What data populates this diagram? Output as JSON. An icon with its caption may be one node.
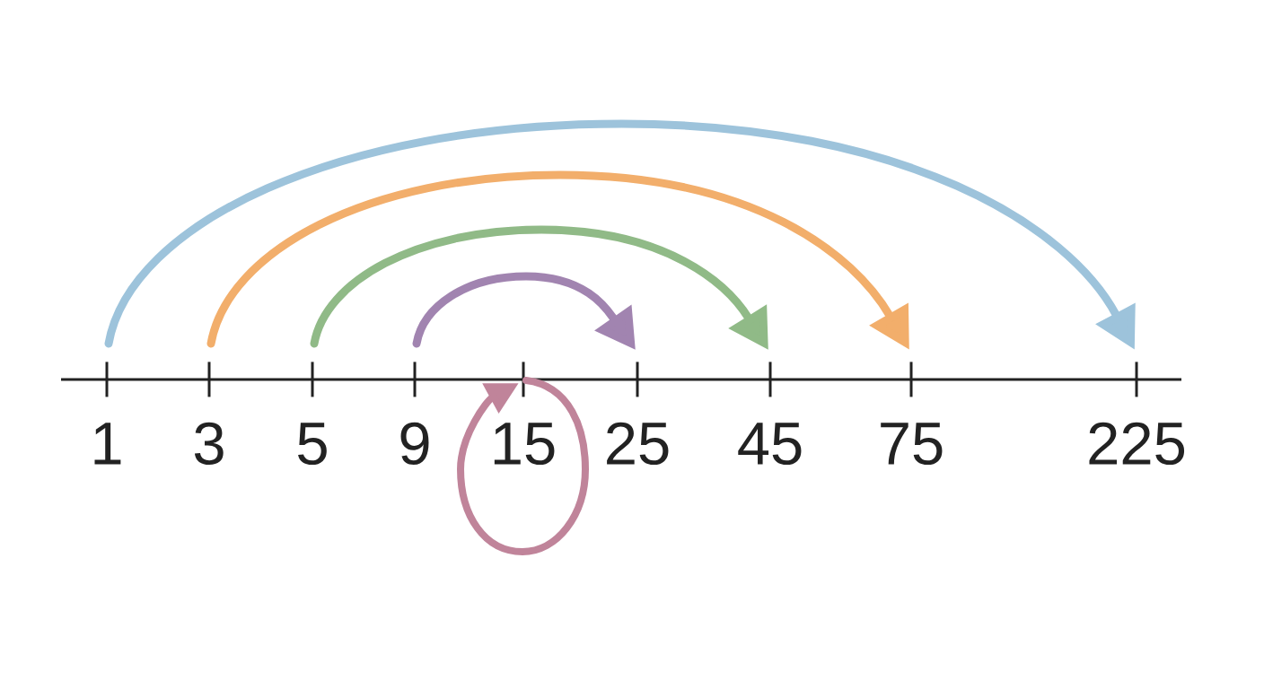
{
  "diagram": {
    "nodes": [
      {
        "text": [
          "1"
        ]
      },
      {
        "text": [
          "3"
        ]
      },
      {
        "text": [
          "5"
        ]
      },
      {
        "text": [
          "9"
        ]
      },
      {
        "text": [
          "15"
        ]
      },
      {
        "text": [
          "25"
        ]
      },
      {
        "text": [
          "45"
        ]
      },
      {
        "text": [
          "75"
        ]
      },
      {
        "text": [
          "225"
        ]
      }
    ],
    "edges": [
      {
        "from": 0,
        "to": 8,
        "arrow": "to",
        "color": "#9dc3db"
      },
      {
        "from": 1,
        "to": 7,
        "arrow": "to",
        "color": "#f2ae6b"
      },
      {
        "from": 2,
        "to": 6,
        "arrow": "to",
        "color": "#90ba87"
      },
      {
        "from": 3,
        "to": 5,
        "arrow": "to",
        "color": "#a184b0"
      },
      {
        "from": 4,
        "to": 4,
        "arrow": "to",
        "color": "#c0849a"
      }
    ]
  }
}
